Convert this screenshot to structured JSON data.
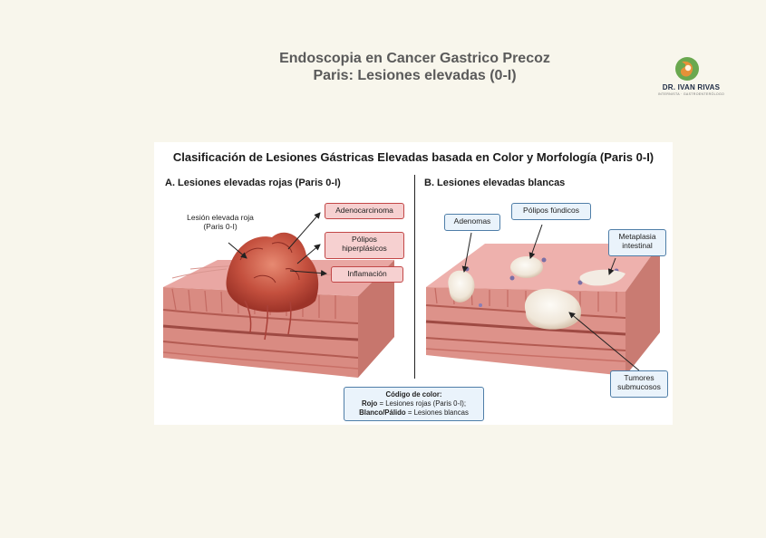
{
  "page": {
    "title_line1": "Endoscopia en Cancer Gastrico Precoz",
    "title_line2": "Paris: Lesiones elevadas (0-I)"
  },
  "logo": {
    "name": "DR. IVAN RIVAS",
    "tagline": "INTERNISTA · GASTROENTERÓLOGO",
    "icon": "stomach-logo-icon",
    "colors": {
      "green": "#6aa84f",
      "orange": "#e69138"
    }
  },
  "figure": {
    "title": "Clasificación de Lesiones Gástricas Elevadas basada en Color y Morfología (Paris 0-I)",
    "panel_a": {
      "title": "A. Lesiones elevadas rojas (Paris 0-I)",
      "lesion_label_line1": "Lesión elevada roja",
      "lesion_label_line2": "(Paris 0-I)",
      "labels": {
        "adenocarcinoma": "Adenocarcinoma",
        "polipos_line1": "Pólipos",
        "polipos_line2": "hiperplásicos",
        "inflamacion": "Inflamación"
      },
      "box_color": "#f6d0d0",
      "border_color": "#c24747"
    },
    "panel_b": {
      "title": "B. Lesiones elevadas blancas",
      "labels": {
        "adenomas": "Adenomas",
        "polipos_fundicos": "Pólipos fúndicos",
        "metaplasia_line1": "Metaplasia",
        "metaplasia_line2": "intestinal",
        "tumores_line1": "Tumores",
        "tumores_line2": "submucosos"
      },
      "box_color": "#eaf3fb",
      "border_color": "#4f7ea8"
    },
    "legend": {
      "heading": "Código de color:",
      "rojo_key": "Rojo",
      "rojo_value": "= Lesiones rojas (Paris 0-I);",
      "blanco_key": "Blanco/Pálido",
      "blanco_value": "= Lesiones blancas"
    }
  }
}
